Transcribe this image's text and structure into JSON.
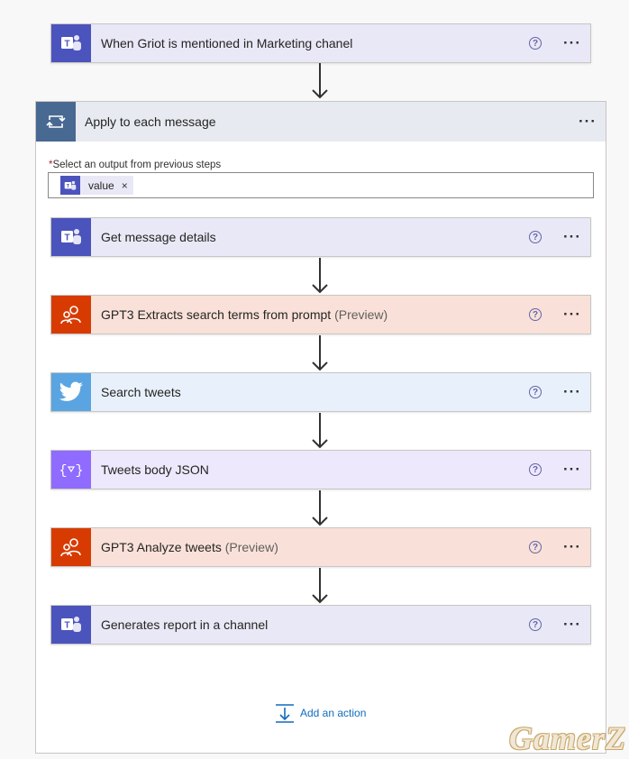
{
  "trigger": {
    "title": "When Griot is mentioned in Marketing chanel",
    "icon": "teams-icon",
    "help": "?",
    "more": "···"
  },
  "loop": {
    "title": "Apply to each message",
    "icon": "loop-icon",
    "more": "···",
    "select_label": "Select an output from previous steps",
    "required_mark": "*",
    "token": {
      "label": "value",
      "remove": "×",
      "icon": "teams-icon"
    }
  },
  "steps": [
    {
      "title": "Get message details",
      "suffix": "",
      "icon": "teams-icon",
      "help": "?",
      "more": "···"
    },
    {
      "title": "GPT3 Extracts search terms from prompt",
      "suffix": "(Preview)",
      "icon": "gpt-connector-icon",
      "help": "?",
      "more": "···"
    },
    {
      "title": "Search tweets",
      "suffix": "",
      "icon": "twitter-icon",
      "help": "?",
      "more": "···"
    },
    {
      "title": "Tweets body JSON",
      "suffix": "",
      "icon": "parse-json-icon",
      "help": "?",
      "more": "···"
    },
    {
      "title": "GPT3 Analyze tweets",
      "suffix": "(Preview)",
      "icon": "gpt-connector-icon",
      "help": "?",
      "more": "···"
    },
    {
      "title": "Generates report in a channel",
      "suffix": "",
      "icon": "teams-icon",
      "help": "?",
      "more": "···"
    }
  ],
  "add_action": {
    "label": "Add an action",
    "icon": "add-action-icon"
  },
  "watermark": "GamerZ",
  "colors": {
    "teams": "#4b53bc",
    "gpt": "#d83b01",
    "twitter": "#5aa5e1",
    "json": "#8f6bff",
    "loop": "#486991",
    "link": "#0f6cbd"
  }
}
